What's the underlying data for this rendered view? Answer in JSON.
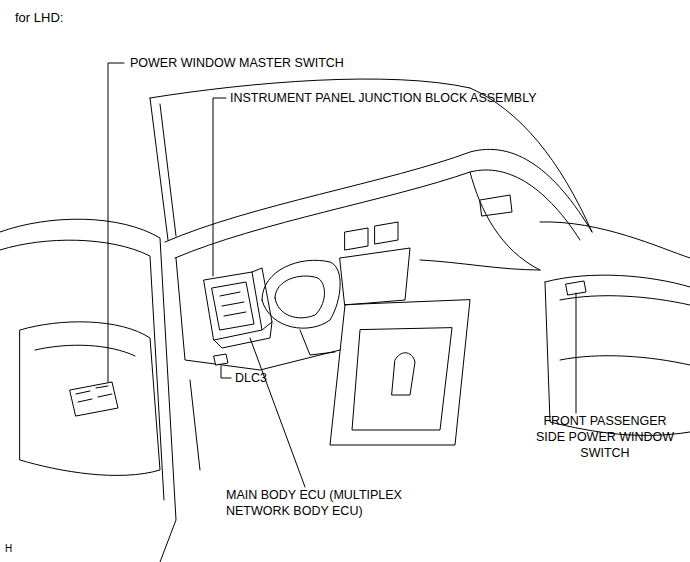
{
  "diagram": {
    "title": "for LHD:",
    "labels": [
      "POWER WINDOW MASTER SWITCH",
      "INSTRUMENT PANEL JUNCTION BLOCK ASSEMBLY",
      "DLC3",
      "FRONT PASSENGER SIDE POWER WINDOW SWITCH",
      "MAIN BODY ECU (MULTIPLEX NETWORK BODY ECU)",
      "H"
    ]
  }
}
